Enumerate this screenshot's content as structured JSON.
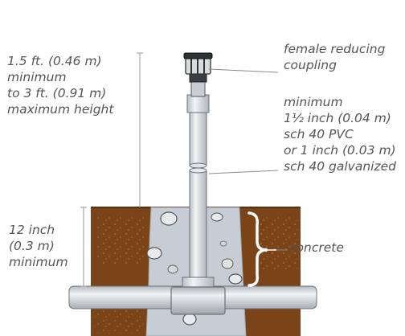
{
  "labels": {
    "height_range": [
      "1.5 ft. (0.46 m)",
      "minimum",
      "to 3 ft. (0.91 m)",
      "maximum height"
    ],
    "depth": [
      "12 inch",
      "(0.3 m)",
      "minimum"
    ],
    "coupling": [
      "female reducing",
      "coupling"
    ],
    "pipe_spec": [
      "minimum",
      "1½ inch (0.04 m)",
      "sch 40 PVC",
      "or 1 inch (0.03 m)",
      "sch 40 galvanized"
    ],
    "concrete": "concrete"
  },
  "colors": {
    "text": "#555555",
    "soil": "#7a4318",
    "concrete": "#c6cdd4",
    "pipe": "#dfe3e6",
    "dimension_line": "#9a9a9a"
  }
}
